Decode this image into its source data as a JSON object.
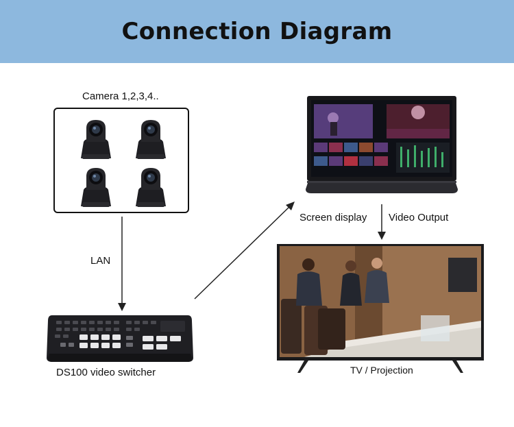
{
  "title": "Connection Diagram",
  "labels": {
    "cameras": "Camera 1,2,3,4..",
    "lan": "LAN",
    "switcher": "DS100 video switcher",
    "screen_display": "Screen display",
    "video_output": "Video Output",
    "tv": "TV / Projection"
  },
  "colors": {
    "header_bg": "#8db8de",
    "device_dark": "#1e1e22",
    "arrow": "#222222"
  }
}
